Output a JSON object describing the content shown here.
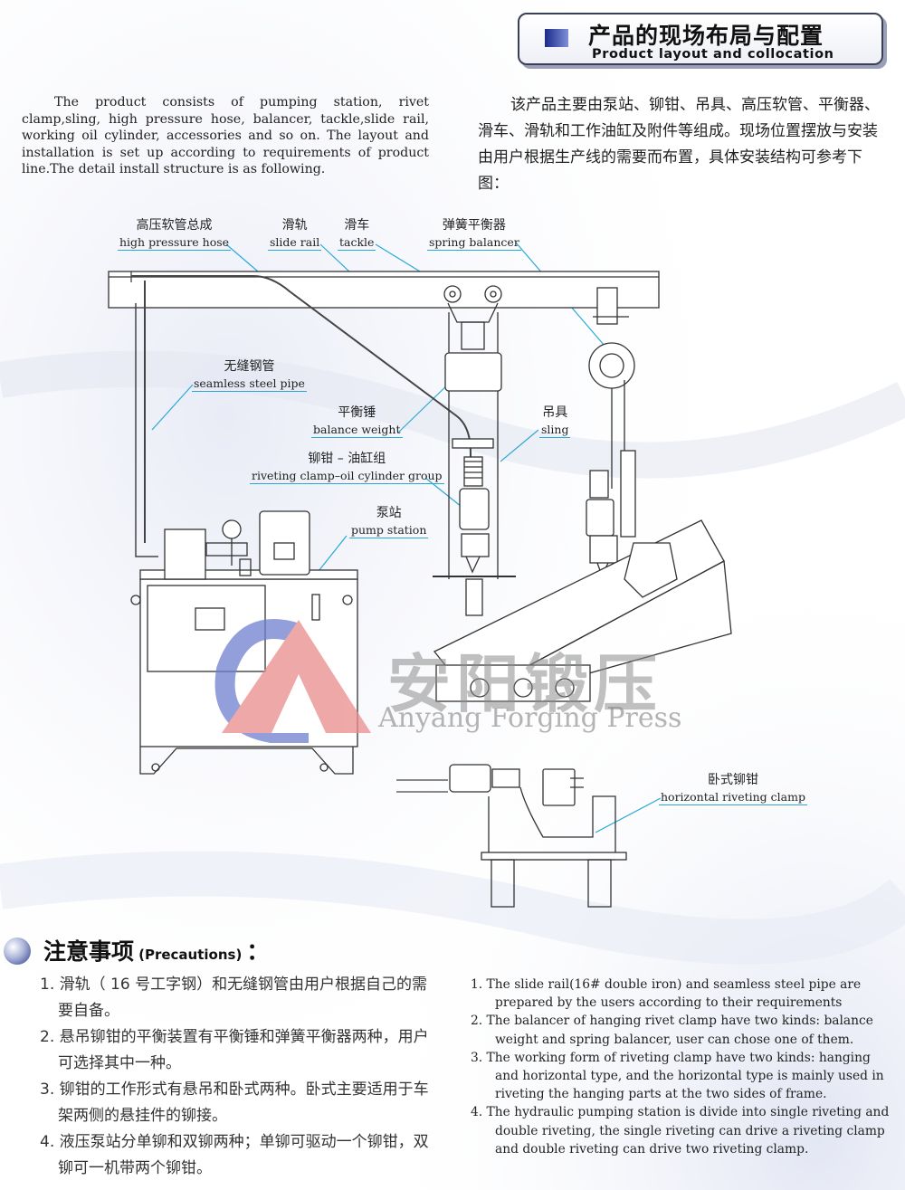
{
  "header": {
    "title_cn": "产品的现场布局与配置",
    "title_en": "Product layout and collocation"
  },
  "intro": {
    "en": "The product consists of pumping station, rivet clamp,sling, high pressure hose, balancer, tackle,slide rail, working oil cylinder, accessories and so on. The layout and installation is set up according to requirements of product line.The detail install structure is as following.",
    "cn": "该产品主要由泵站、铆钳、吊具、高压软管、平衡器、滑车、滑轨和工作油缸及附件等组成。现场位置摆放与安装由用户根据生产线的需要而布置，具体安装结构可参考下图："
  },
  "labels": {
    "hose": {
      "cn": "高压软管总成",
      "en": "high pressure hose"
    },
    "rail": {
      "cn": "滑轨",
      "en": "slide rail"
    },
    "tackle": {
      "cn": "滑车",
      "en": "tackle"
    },
    "spring": {
      "cn": "弹簧平衡器",
      "en": "spring balancer"
    },
    "pipe": {
      "cn": "无缝钢管",
      "en": "seamless steel pipe"
    },
    "weight": {
      "cn": "平衡锤",
      "en": "balance weight"
    },
    "sling": {
      "cn": "吊具",
      "en": "sling"
    },
    "clamp": {
      "cn": "铆钳 – 油缸组",
      "en": "riveting clamp–oil cylinder group"
    },
    "pump": {
      "cn": "泵站",
      "en": "pump station"
    },
    "horizontal": {
      "cn": "卧式铆钳",
      "en": "horizontal riveting clamp"
    }
  },
  "watermark": {
    "cn": "安阳锻压",
    "en": "Anyang Forging Press"
  },
  "precautions": {
    "title_cn": "注意事项",
    "title_en": "(Precautions)",
    "title_suffix": "：",
    "items_cn": [
      "1. 滑轨（ 16 号工字钢）和无缝钢管由用户根据自己的需要自备。",
      "2. 悬吊铆钳的平衡装置有平衡锤和弹簧平衡器两种，用户可选择其中一种。",
      "3. 铆钳的工作形式有悬吊和卧式两种。卧式主要适用于车架两侧的悬挂件的铆接。",
      "4. 液压泵站分单铆和双铆两种；单铆可驱动一个铆钳，双铆可一机带两个铆钳。"
    ],
    "items_en": [
      "1.   The slide rail(16# double iron) and seamless steel pipe are prepared by the users according to  their requirements",
      "2.   The balancer  of hanging rivet clamp have two kinds: balance weight and spring  balancer, user can chose one of them.",
      "3.   The working form of riveting clamp have two kinds: hanging and horizontal type, and the horizontal type is mainly used in riveting the hanging parts at the two sides of frame.",
      "4.   The hydraulic pumping station is divide into single riveting and double riveting, the single riveting can drive a riveting clamp and double riveting can drive two riveting clamp."
    ]
  }
}
